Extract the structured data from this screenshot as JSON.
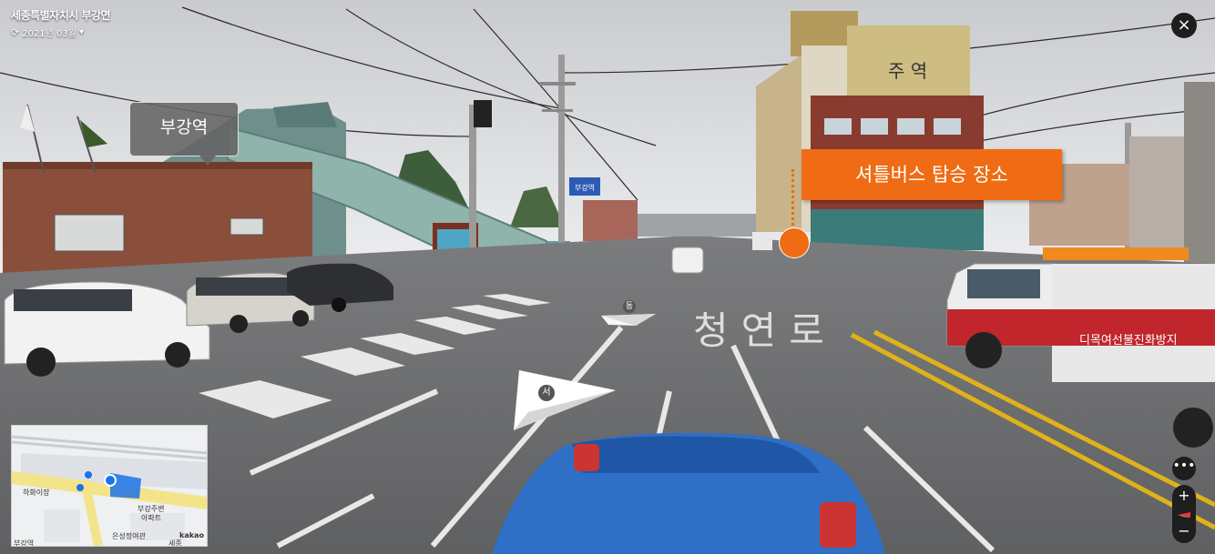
{
  "header": {
    "location_title": "세종특별자치시 부강면",
    "date": "2021년 03월",
    "date_dropdown_icon": "caret-down-icon",
    "clock_icon": "history-clock-icon"
  },
  "controls": {
    "close_icon": "×",
    "more_icon": "•••",
    "zoom_in": "+",
    "zoom_out": "−"
  },
  "labels": {
    "station": "부강역",
    "shuttle": "셔틀버스 탑승 장소"
  },
  "street": {
    "road_name": "청연로",
    "arrow_east_label": "동",
    "arrow_west_label": "서",
    "sign_blue": "부강역"
  },
  "minimap": {
    "labels": [
      "하화이장",
      "부강주변",
      "아파트",
      "은성정여관",
      "세종",
      "kakao",
      "부강역"
    ]
  },
  "colors": {
    "accent_orange": "#ef6c14",
    "dark_control": "#1e1e1e",
    "minimap_blue": "#1a73e8"
  }
}
